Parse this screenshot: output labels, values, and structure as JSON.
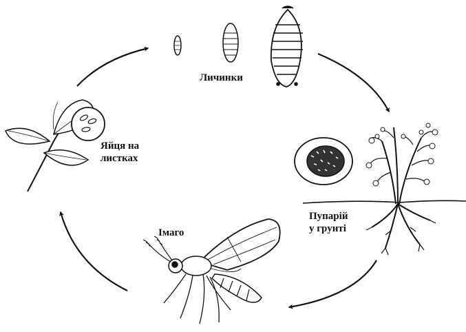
{
  "stages": {
    "eggs": {
      "line1": "Яйця на",
      "line2": "листках"
    },
    "larvae": {
      "label": "Личинки"
    },
    "pupa": {
      "line1": "Пупарій",
      "line2": "у грунті"
    },
    "imago": {
      "label": "Імаго"
    }
  },
  "colors": {
    "ink": "#111111",
    "background": "#ffffff"
  }
}
